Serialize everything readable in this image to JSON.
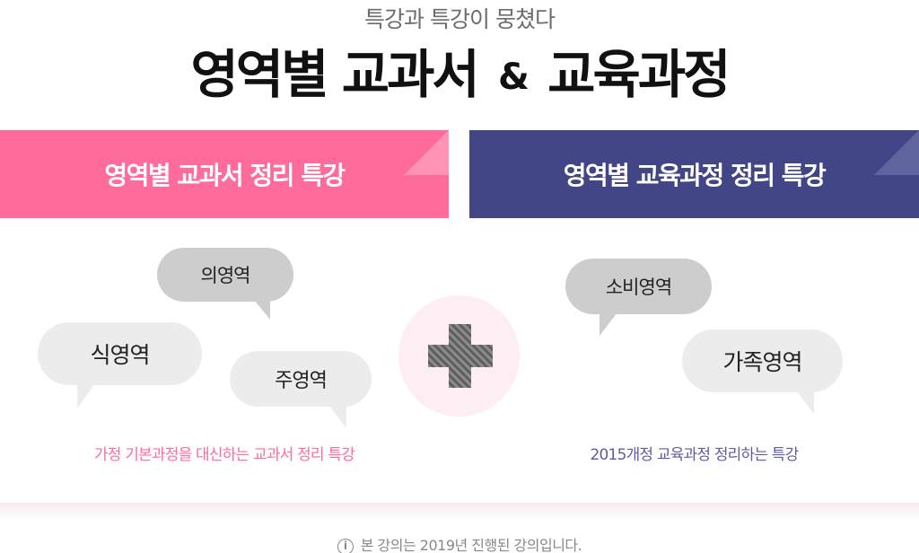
{
  "header": {
    "subtitle": "특강과 특강이 뭉쳤다",
    "title_part1": "영역별 교과서",
    "title_amp": "&",
    "title_part2": "교육과정"
  },
  "left_panel": {
    "heading": "영역별 교과서 정리 특강",
    "bubbles": [
      "의영역",
      "식영역",
      "주영역"
    ],
    "caption": "가정 기본과정을 대신하는 교과서 정리 특강"
  },
  "right_panel": {
    "heading": "영역별 교육과정 정리 특강",
    "bubbles": [
      "소비영역",
      "가족영역"
    ],
    "caption": "2015개정 교육과정 정리하는 특강"
  },
  "notice": {
    "icon": "info-icon",
    "text": "본 강의는 2019년 진행된 강의입니다."
  },
  "colors": {
    "pink": "#ff6b9a",
    "navy": "#424586"
  }
}
